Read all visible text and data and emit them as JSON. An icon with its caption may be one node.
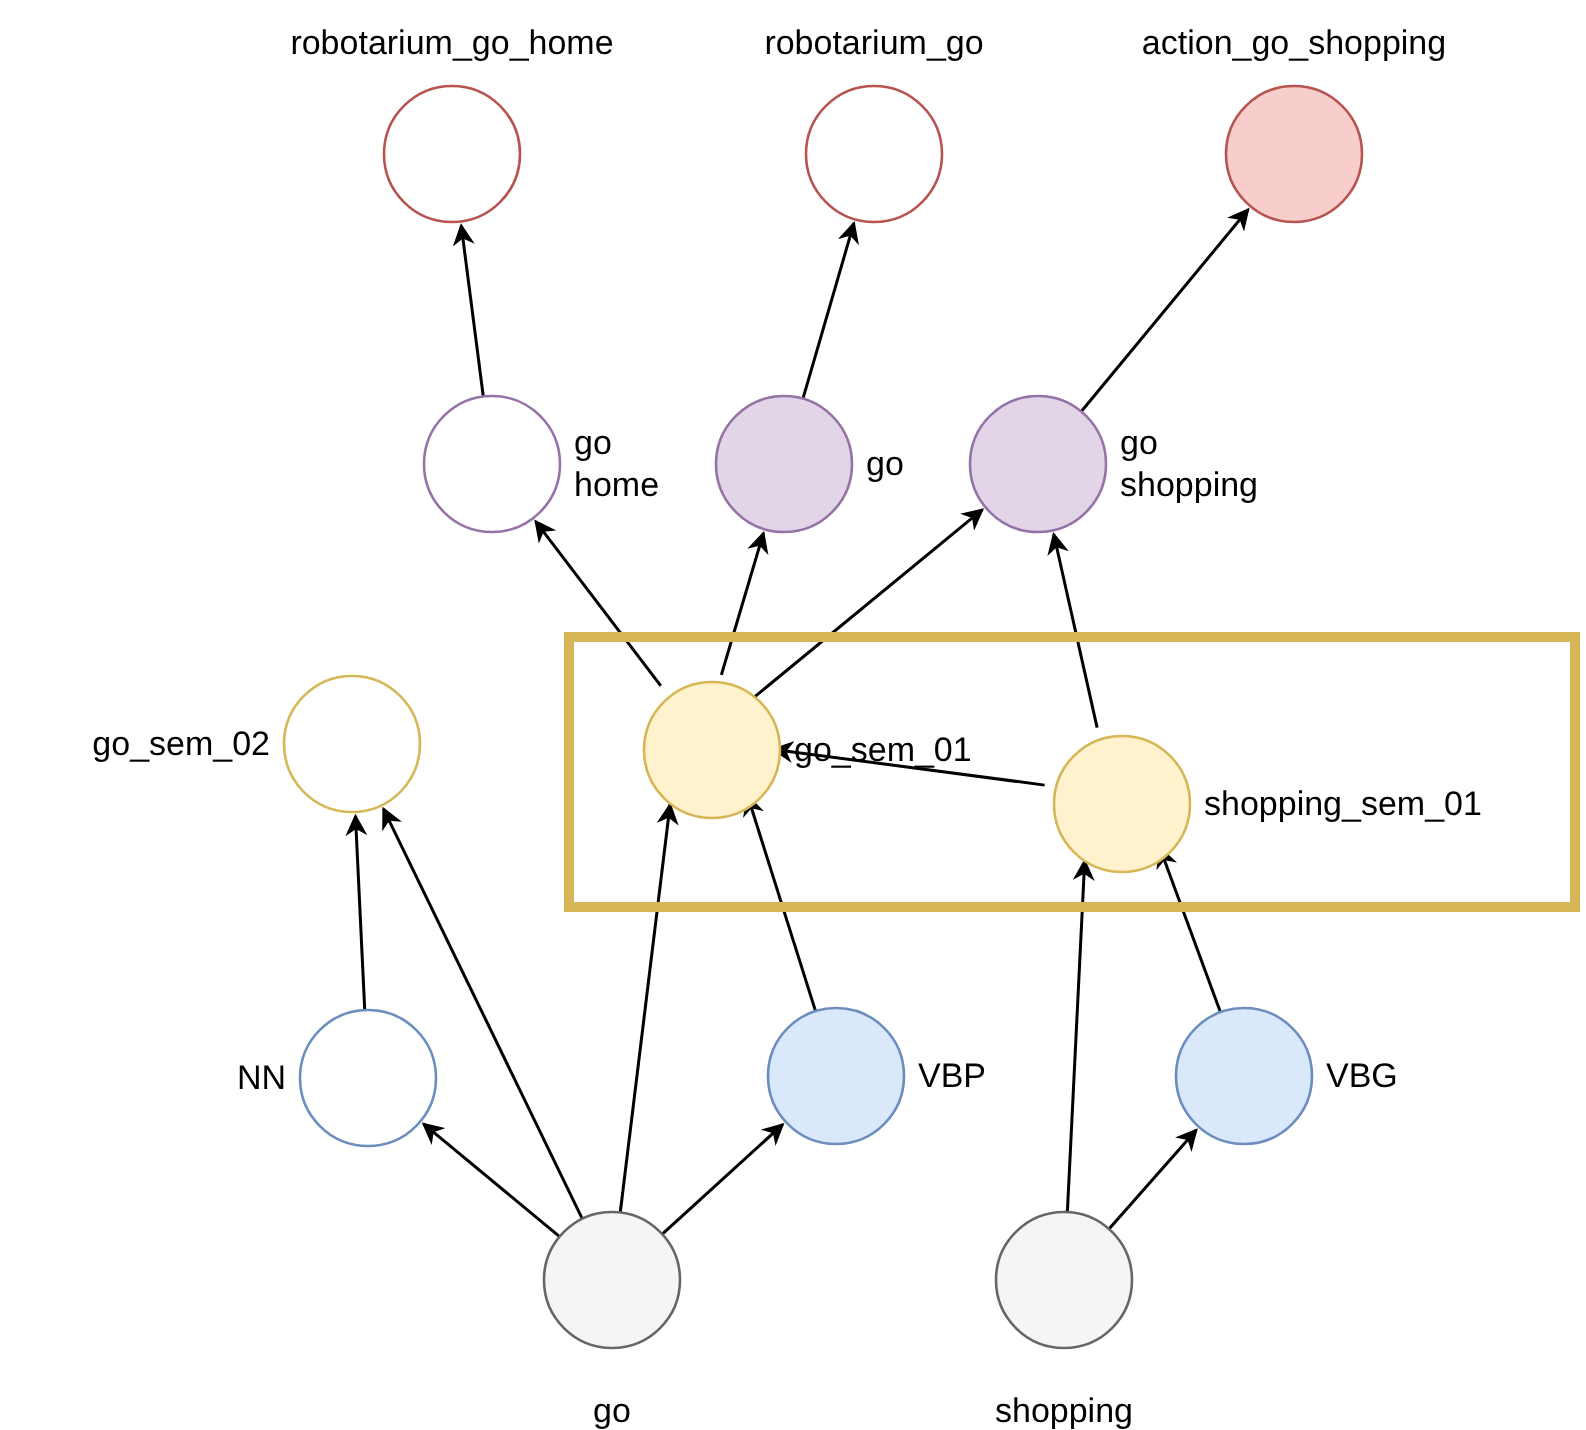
{
  "diagram": {
    "nodes": [
      {
        "text": [
          "robotarium_go_home"
        ]
      },
      {
        "text": [
          "robotarium_go"
        ]
      },
      {
        "text": [
          "action_go_shopping"
        ]
      },
      {
        "text": [
          "go home"
        ]
      },
      {
        "text": [
          "go"
        ]
      },
      {
        "text": [
          "go shopping"
        ]
      },
      {
        "text": [
          "go_sem_02"
        ]
      },
      {
        "text": [],
        "shape": "box"
      },
      {
        "text": [
          "go_sem_01"
        ],
        "in": 7
      },
      {
        "text": [
          "shopping_sem_01"
        ],
        "in": 7
      },
      {
        "text": [
          "NN"
        ]
      },
      {
        "text": [
          "VBP"
        ]
      },
      {
        "text": [
          "VBG"
        ]
      },
      {
        "text": [
          "go"
        ]
      },
      {
        "text": [
          "shopping"
        ]
      }
    ],
    "edges": [
      {
        "from": 3,
        "to": 0,
        "arrow": "to"
      },
      {
        "from": 4,
        "to": 1,
        "arrow": "to"
      },
      {
        "from": 5,
        "to": 2,
        "arrow": "to"
      },
      {
        "from": 8,
        "to": 3,
        "arrow": "to"
      },
      {
        "from": 8,
        "to": 4,
        "arrow": "to"
      },
      {
        "from": 8,
        "to": 5,
        "arrow": "to"
      },
      {
        "from": 9,
        "to": 5,
        "arrow": "to"
      },
      {
        "from": 9,
        "to": 8,
        "arrow": "to"
      },
      {
        "from": 10,
        "to": 6,
        "arrow": "to"
      },
      {
        "from": 13,
        "to": 6,
        "arrow": "to"
      },
      {
        "from": 13,
        "to": 10,
        "arrow": "to"
      },
      {
        "from": 13,
        "to": 8,
        "arrow": "to"
      },
      {
        "from": 13,
        "to": 11,
        "arrow": "to"
      },
      {
        "from": 11,
        "to": 8,
        "arrow": "to"
      },
      {
        "from": 14,
        "to": 9,
        "arrow": "to"
      },
      {
        "from": 12,
        "to": 9,
        "arrow": "to"
      },
      {
        "from": 14,
        "to": 12,
        "arrow": "to"
      }
    ]
  }
}
